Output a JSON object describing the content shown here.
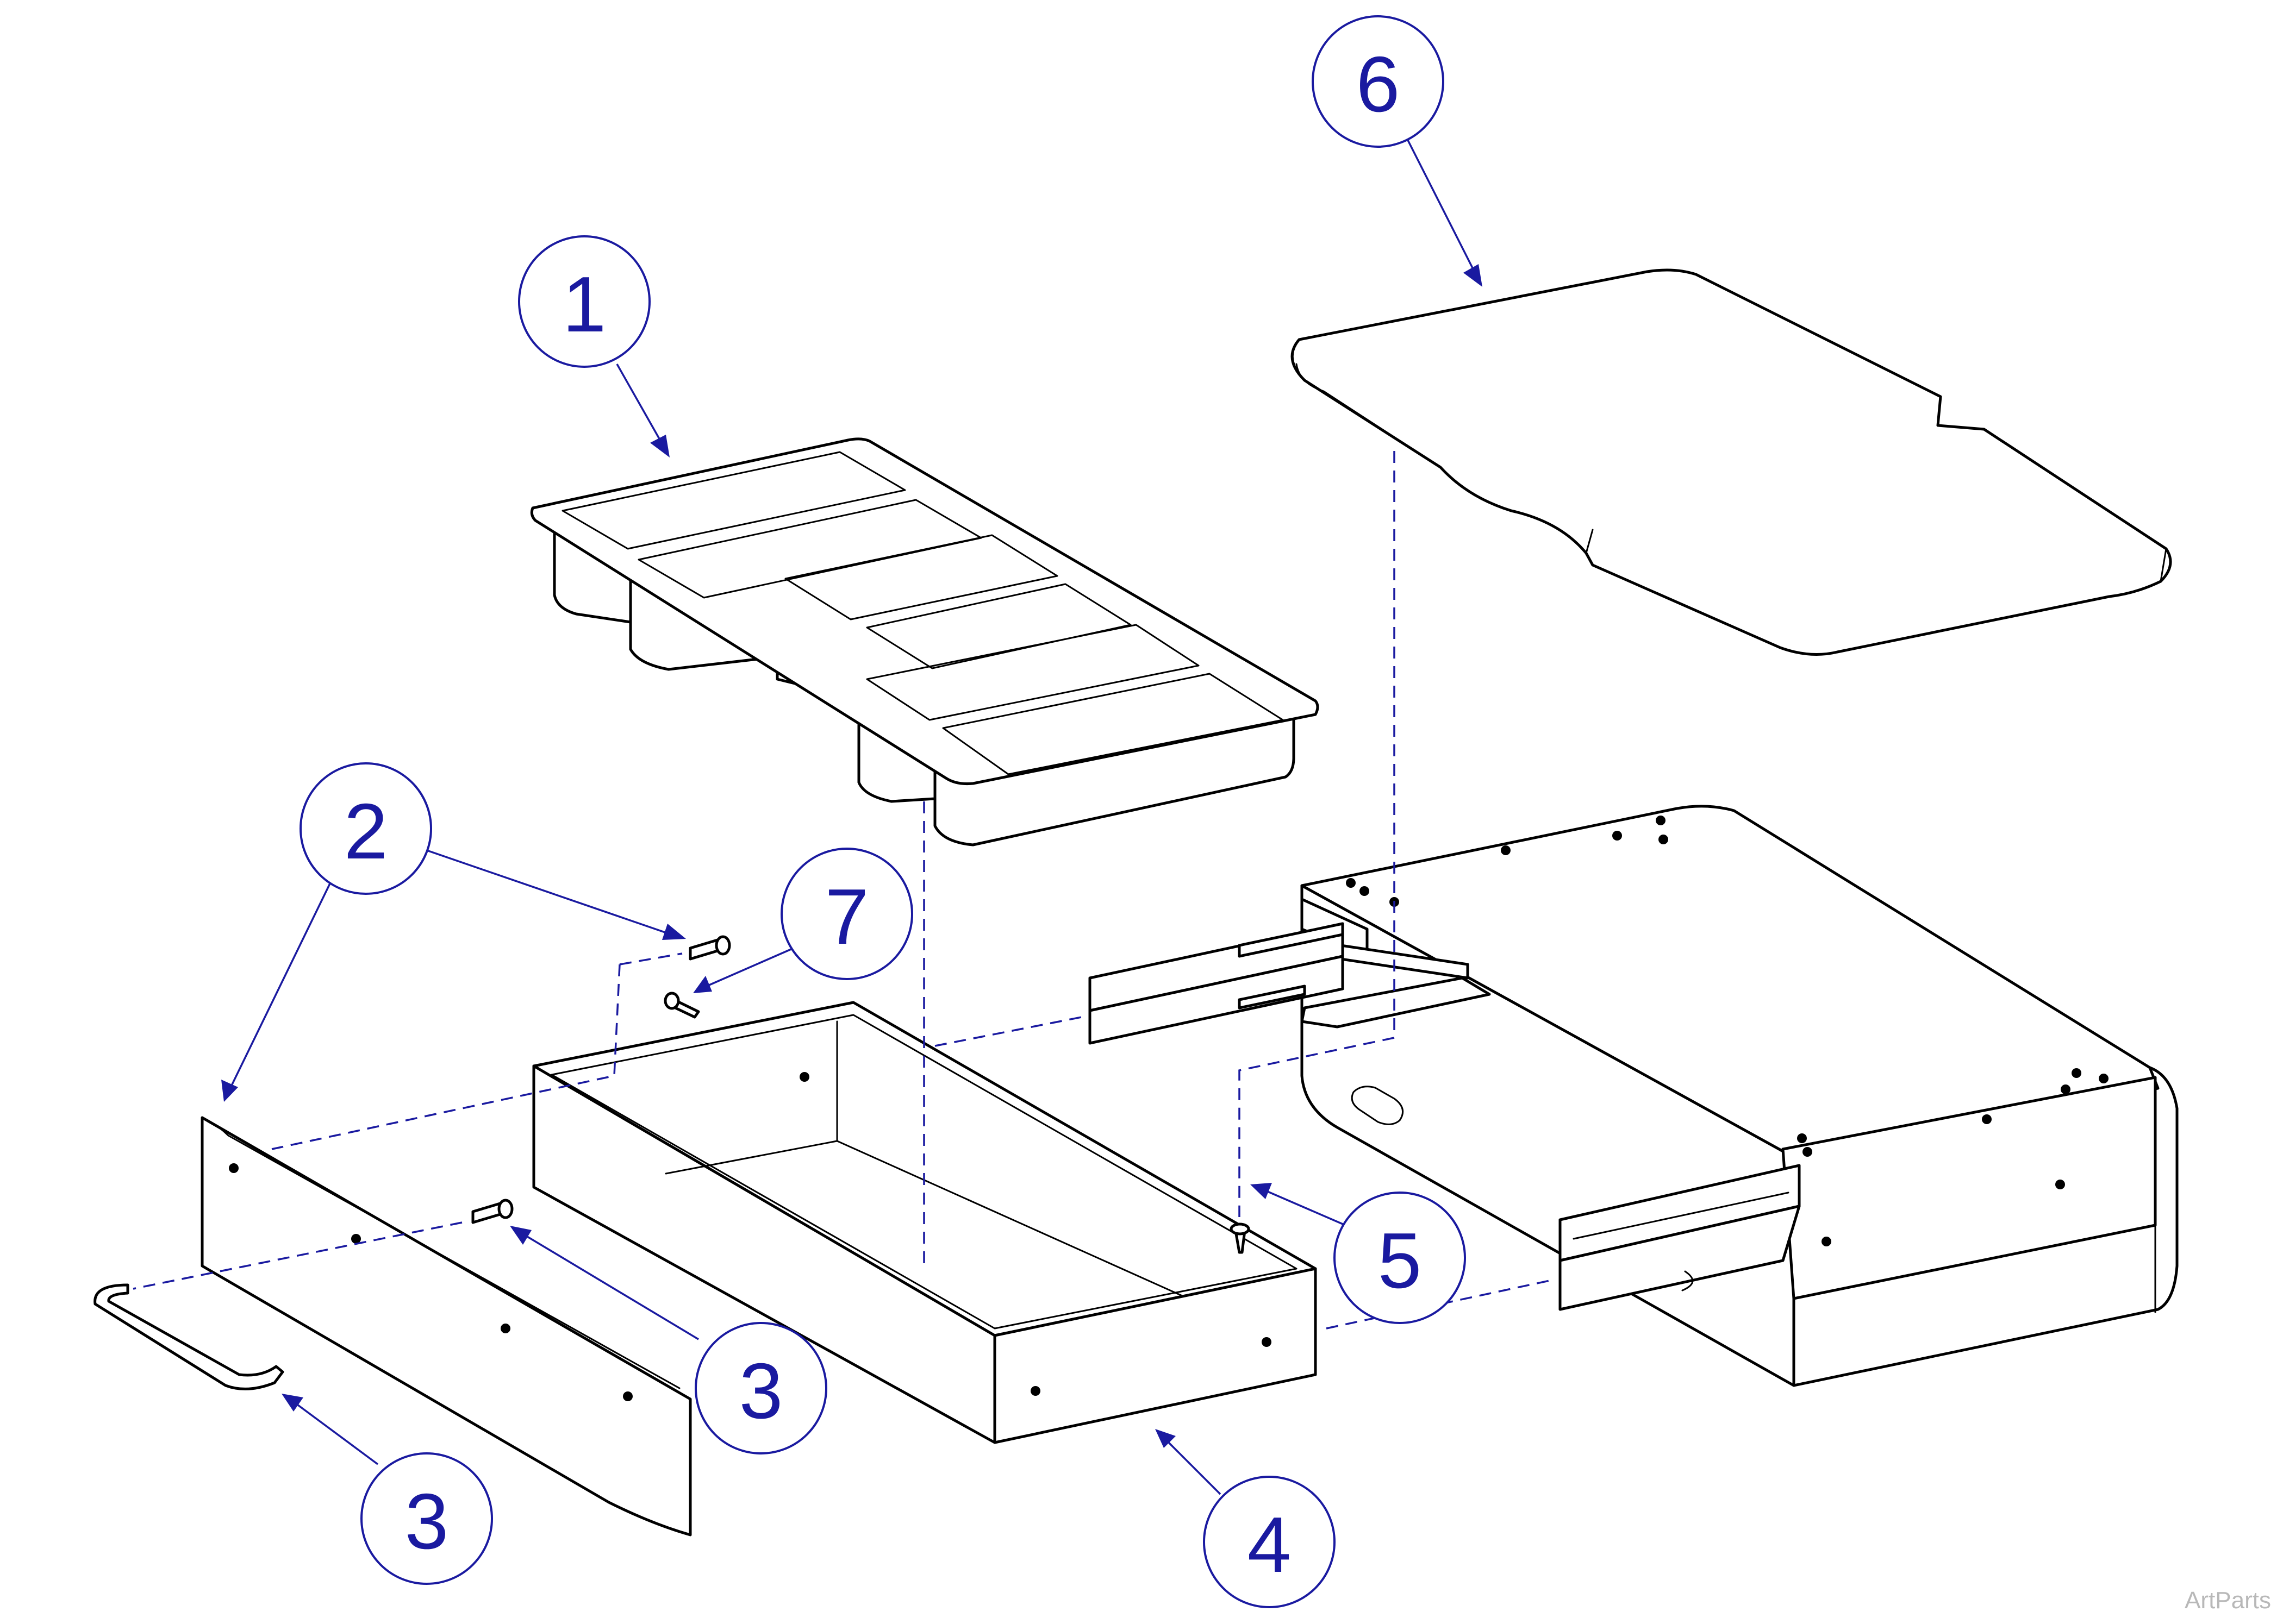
{
  "callouts": [
    {
      "id": "1",
      "label": "1"
    },
    {
      "id": "2",
      "label": "2"
    },
    {
      "id": "3a",
      "label": "3"
    },
    {
      "id": "3b",
      "label": "3"
    },
    {
      "id": "4",
      "label": "4"
    },
    {
      "id": "5",
      "label": "5"
    },
    {
      "id": "6",
      "label": "6"
    },
    {
      "id": "7",
      "label": "7"
    }
  ],
  "watermark": "ArtParts",
  "colors": {
    "callout": "#1a1aa0",
    "line": "#000000",
    "watermark": "#b8b8b8"
  }
}
